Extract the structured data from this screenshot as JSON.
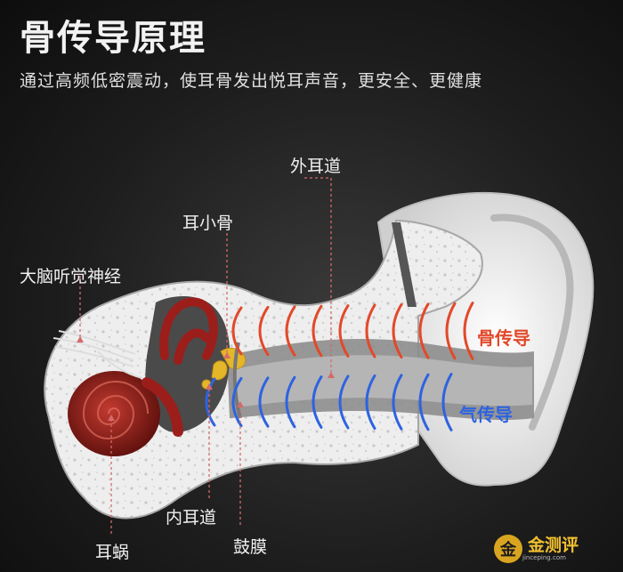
{
  "header": {
    "title": "骨传导原理",
    "subtitle": "通过高频低密震动，使耳骨发出悦耳声音，更安全、更健康"
  },
  "labels": {
    "outer_ear_canal": "外耳道",
    "ossicles": "耳小骨",
    "auditory_nerve": "大脑听觉神经",
    "inner_ear_canal": "内耳道",
    "eardrum": "鼓膜",
    "cochlea": "耳蜗"
  },
  "legend": {
    "bone_conduction": "骨传导",
    "air_conduction": "气传导"
  },
  "colors": {
    "bone_conduction": "#e2492a",
    "air_conduction": "#2e63e0",
    "cochlea": "#8e1d1a",
    "label_line": "#d46a6a"
  },
  "watermark": {
    "text": "金测评",
    "url": "jinceping.com",
    "badge": "金"
  }
}
